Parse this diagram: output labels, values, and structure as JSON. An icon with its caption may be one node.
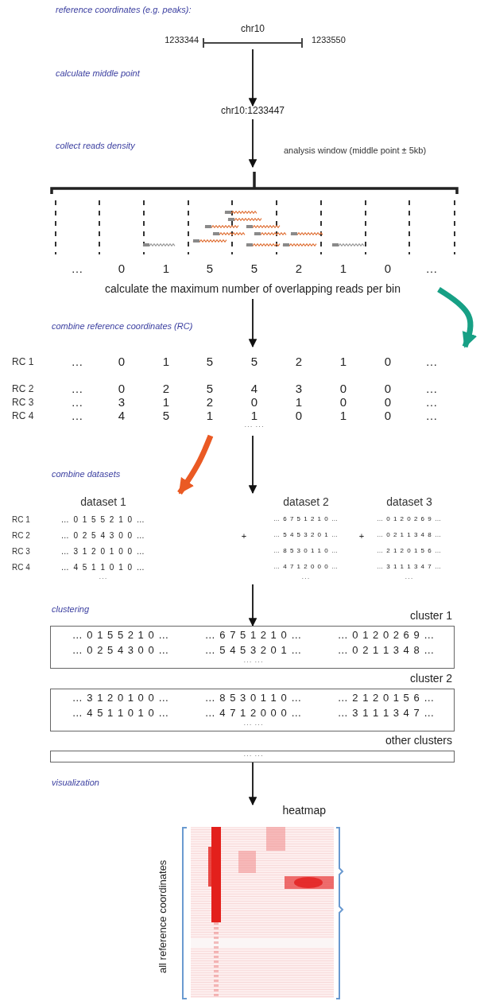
{
  "diagram": {
    "nodes": [
      {
        "text": [
          "chr10"
        ],
        "beside": [
          "1233344",
          "1233550"
        ]
      },
      {
        "text": [
          "chr10:1233447"
        ]
      },
      {
        "text": [],
        "shape": "picture"
      },
      {
        "text": [
          "calculate the maximum number of overlapping reads per bin"
        ]
      },
      {
        "text": [],
        "shape": "table"
      },
      {
        "text": [],
        "shape": "table"
      },
      {
        "text": [
          "cluster 1",
          "… 0 1 5 5 2 1 0 …",
          "… 6 7 5 1 2 1 0 …",
          "… 0 1 2 0 2 6 9 …",
          "… 0 2 5 4 3 0 0 …",
          "… 5 4 5 3 2 0 1 …",
          "… 0 2 1 1 3 4 8 …",
          "··· ···"
        ]
      },
      {
        "text": [
          "cluster 2",
          "… 3 1 2 0 1 0 0 …",
          "… 8 5 3 0 1 1 0 …",
          "… 2 1 2 0 1 5 6 …",
          "… 4 5 1 1 0 1 0 …",
          "… 4 7 1 2 0 0 0 …",
          "… 3 1 1 1 3 4 7 …",
          "··· ···"
        ]
      },
      {
        "text": [
          "other clusters",
          "··· ···"
        ]
      },
      {
        "text": [
          "heatmap"
        ],
        "beside": [
          "all reference coordinates"
        ]
      }
    ],
    "edges": [
      {
        "from": 0,
        "to": 1,
        "arrow": "to"
      },
      {
        "from": 1,
        "to": 2,
        "arrow": "to"
      },
      {
        "from": 3,
        "to": 4,
        "arrow": "to"
      },
      {
        "from": 3,
        "to": 4,
        "arrow": "to",
        "style": "thick",
        "color": "#17a085"
      },
      {
        "from": 4,
        "to": 5,
        "arrow": "to"
      },
      {
        "from": 4,
        "to": 5,
        "arrow": "to",
        "style": "thick",
        "color": "#ea5a24"
      },
      {
        "from": 5,
        "to": 6,
        "arrow": "to"
      },
      {
        "from": 8,
        "to": 9,
        "arrow": "to"
      }
    ],
    "labels": [
      "reference coordinates (e.g. peaks):",
      "calculate middle point",
      "collect reads density",
      "analysis window (middle point ± 5kb)",
      "…",
      "0",
      "1",
      "5",
      "5",
      "2",
      "1",
      "0",
      "…",
      "combine reference coordinates (RC)",
      "RC 1",
      "…",
      "0",
      "1",
      "5",
      "5",
      "2",
      "1",
      "0",
      "…",
      "RC 2",
      "…",
      "0",
      "2",
      "5",
      "4",
      "3",
      "0",
      "0",
      "…",
      "RC 3",
      "…",
      "3",
      "1",
      "2",
      "0",
      "1",
      "0",
      "0",
      "…",
      "RC 4",
      "…",
      "4",
      "5",
      "1",
      "1",
      "0",
      "1",
      "0",
      "…",
      "··· ···",
      "combine datasets",
      "dataset 1",
      "dataset 2",
      "dataset 3",
      "RC 1",
      "… 0 1 5 5 2 1 0 …",
      "… 6 7 5 1 2 1 0 …",
      "… 0 1 2 0 2 6 9 …",
      "RC 2",
      "… 0 2 5 4 3 0 0 …",
      "+",
      "… 5 4 5 3 2 0 1 …",
      "+",
      "… 0 2 1 1 3 4 8 …",
      "RC 3",
      "… 3 1 2 0 1 0 0 …",
      "… 8 5 3 0 1 1 0 …",
      "… 2 1 2 0 1 5 6 …",
      "RC 4",
      "… 4 5 1 1 0 1 0 …",
      "… 4 7 1 2 0 0 0 …",
      "… 3 1 1 1 3 4 7 …",
      "···",
      "···",
      "···",
      "clustering",
      "visualization"
    ]
  }
}
